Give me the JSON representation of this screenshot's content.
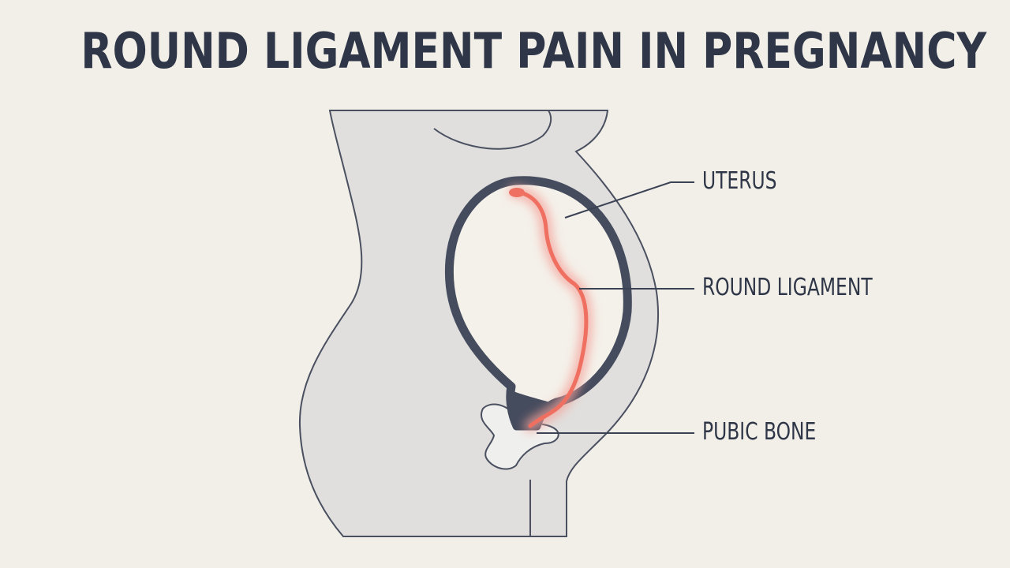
{
  "title": "ROUND LIGAMENT PAIN IN PREGNANCY",
  "labels": {
    "uterus": "UTERUS",
    "round_ligament": "ROUND LIGAMENT",
    "pubic_bone": "PUBIC BONE"
  },
  "colors": {
    "background": "#f2efe8",
    "body_fill": "#e0dfdd",
    "outline": "#3a4254",
    "uterus_wall": "#454c5e",
    "ligament": "#ef6f61",
    "ligament_glow": "#f4a29a",
    "text": "#2e3647"
  }
}
